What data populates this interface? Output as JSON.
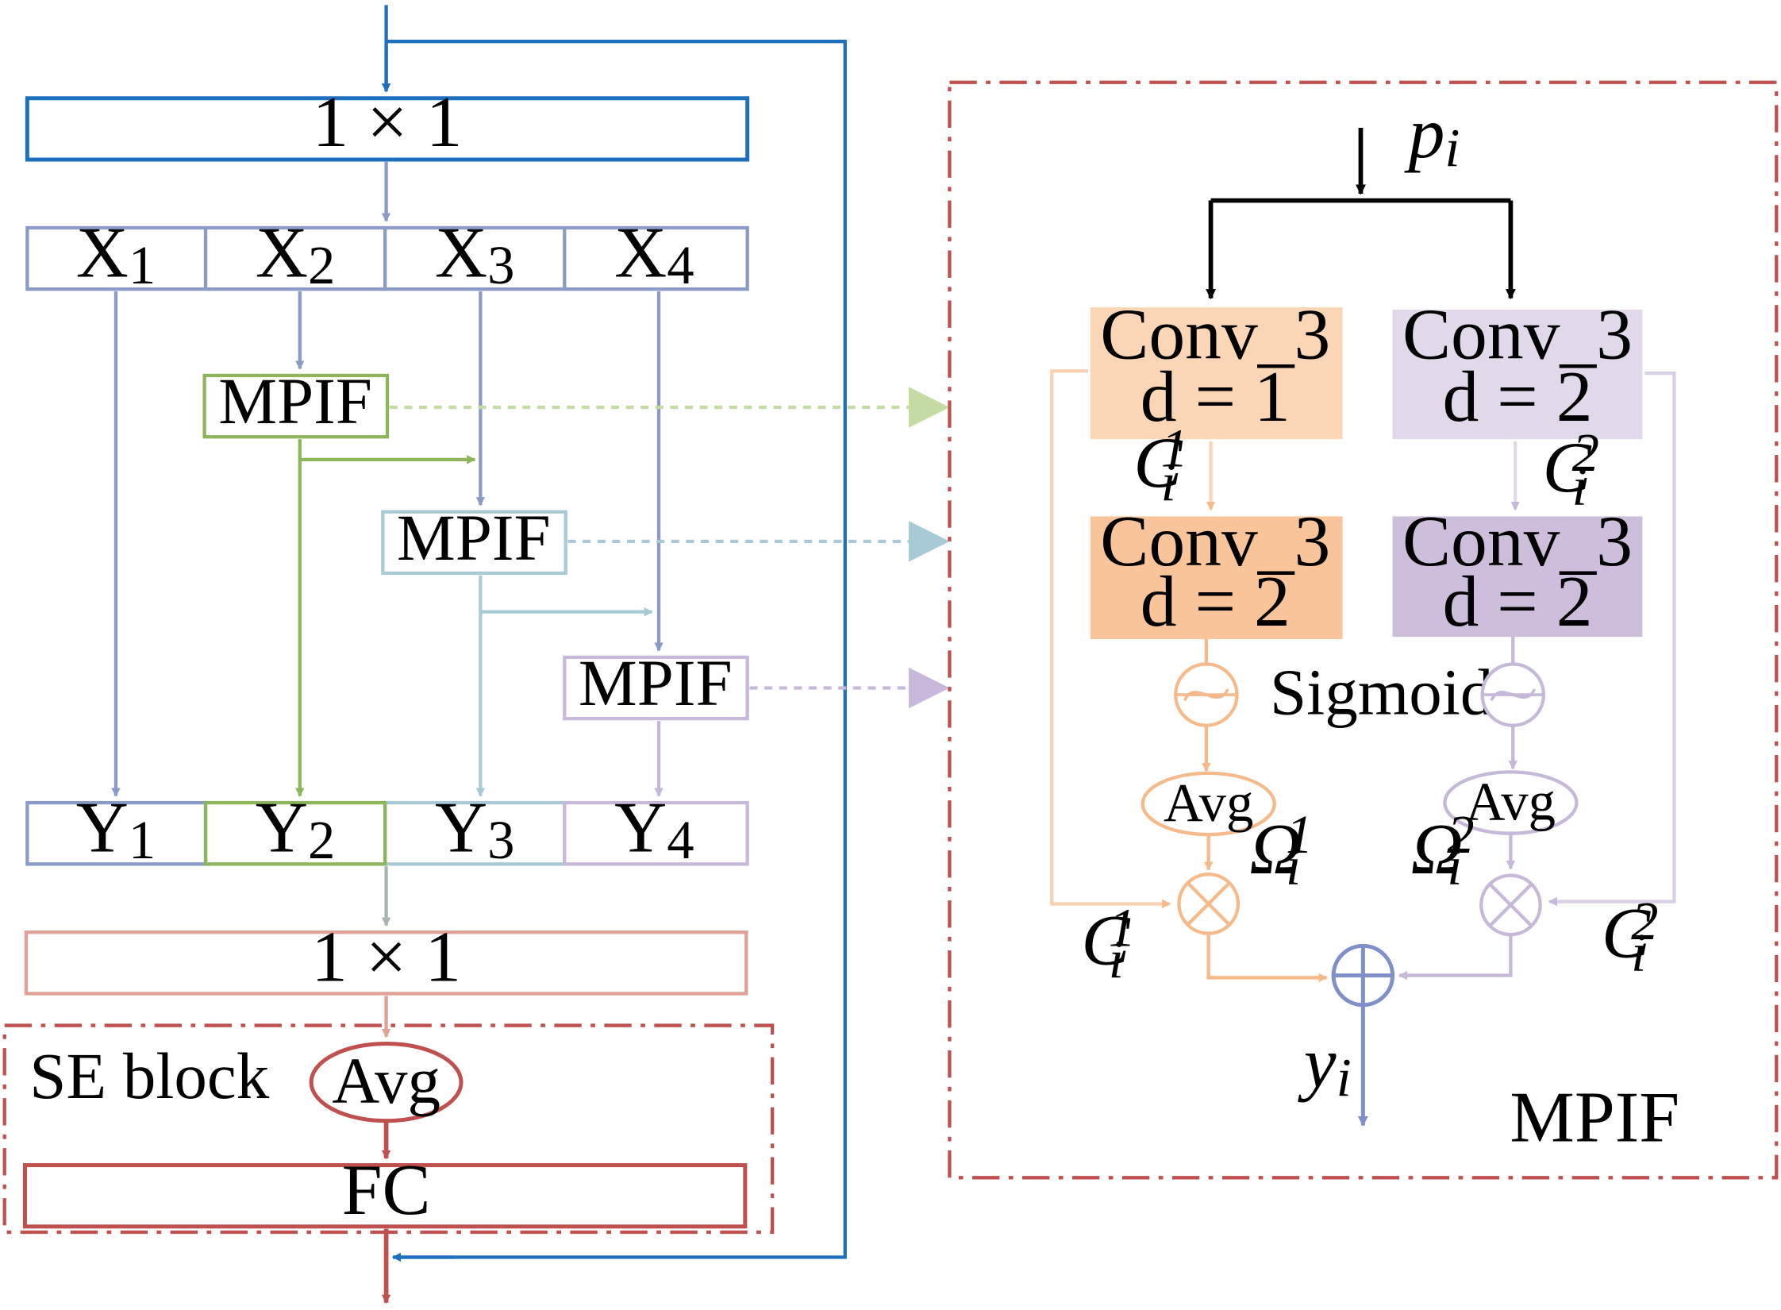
{
  "left": {
    "conv_top": "1 × 1",
    "x_cells": [
      {
        "letter": "X",
        "sub": "1"
      },
      {
        "letter": "X",
        "sub": "2"
      },
      {
        "letter": "X",
        "sub": "3"
      },
      {
        "letter": "X",
        "sub": "4"
      }
    ],
    "mpif_blocks": [
      "MPIF",
      "MPIF",
      "MPIF"
    ],
    "y_cells": [
      {
        "letter": "Y",
        "sub": "1"
      },
      {
        "letter": "Y",
        "sub": "2"
      },
      {
        "letter": "Y",
        "sub": "3"
      },
      {
        "letter": "Y",
        "sub": "4"
      }
    ],
    "conv_bottom": "1 × 1",
    "se_block": {
      "label": "SE block",
      "avg": "Avg",
      "fc": "FC"
    }
  },
  "right": {
    "title": "MPIF",
    "input": {
      "base": "p",
      "sub": "i"
    },
    "branch1": {
      "conv_a": {
        "line1": "Conv_3",
        "line2": "d = 1"
      },
      "conv_b": {
        "line1": "Conv_3",
        "line2": "d = 2"
      },
      "feat": {
        "base": "C",
        "sub": "i",
        "sup": "1"
      },
      "weight": {
        "base": "Ω",
        "sub": "i",
        "sup": "1"
      },
      "skip": {
        "base": "C",
        "sub": "i",
        "sup": "1"
      },
      "avg": "Avg"
    },
    "branch2": {
      "conv_a": {
        "line1": "Conv_3",
        "line2": "d = 2"
      },
      "conv_b": {
        "line1": "Conv_3",
        "line2": "d = 2"
      },
      "feat": {
        "base": "C",
        "sub": "i",
        "sup": "2"
      },
      "weight": {
        "base": "Ω",
        "sub": "i",
        "sup": "2"
      },
      "skip": {
        "base": "C",
        "sub": "i",
        "sup": "2"
      },
      "avg": "Avg"
    },
    "sigmoid": "Sigmoid",
    "output": {
      "base": "y",
      "sub": "i"
    }
  },
  "colors": {
    "blue_main": "#1F6FBF",
    "x_blue": "#8B9BC8",
    "green": "#8DB55C",
    "teal": "#A7CAD6",
    "lavender": "#C8B8DC",
    "salmon": "#E0A096",
    "red": "#C0504D",
    "orange_light": "#FBD6B6",
    "orange_dark": "#F9C49A",
    "orange_line": "#F6B98A",
    "purple_light": "#E1D8EA",
    "purple_dark": "#CDBFDC",
    "purple_line": "#C6B8D8",
    "sum_blue": "#7F8FC7"
  },
  "icons": [
    "sigmoid-icon",
    "multiply-icon",
    "add-icon"
  ]
}
